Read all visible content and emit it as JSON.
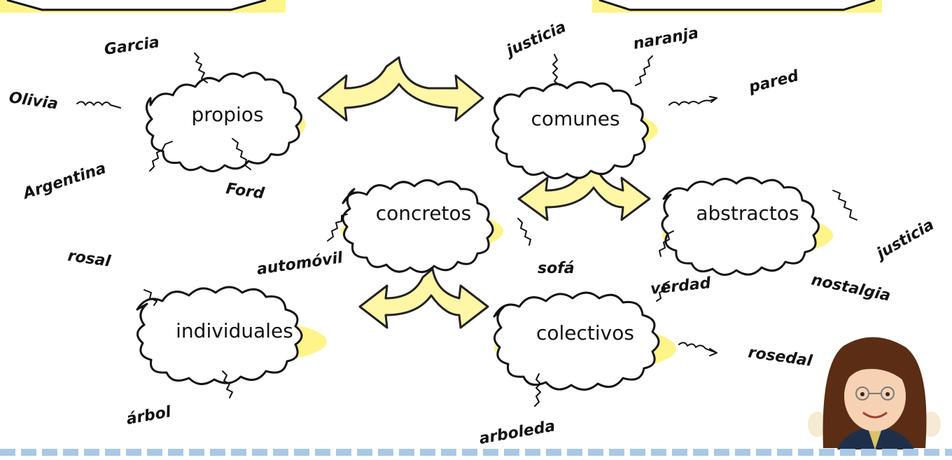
{
  "colors": {
    "arrow_fill": "#fff7a6",
    "cloud_shade": "#fff48a",
    "ink": "#111111",
    "footer_dash": "#a9c8e6"
  },
  "nodes": {
    "propios": "propios",
    "comunes": "comunes",
    "concretos": "concretos",
    "abstractos": "abstractos",
    "individuales": "individuales",
    "colectivos": "colectivos"
  },
  "examples": {
    "garcia": "Garcia",
    "olivia": "Olivia",
    "argentina": "Argentina",
    "ford": "Ford",
    "justicia_comunes": "justicia",
    "naranja": "naranja",
    "pared": "pared",
    "automovil": "automóvil",
    "sofa": "sofá",
    "justicia_abstractos": "justicia",
    "verdad": "verdad",
    "nostalgia": "nostalgia",
    "rosal": "rosal",
    "arbol": "árbol",
    "arboleda": "arboleda",
    "rosedal": "rosedal"
  },
  "icons": {
    "avatar": "teacher-avatar-icon"
  }
}
